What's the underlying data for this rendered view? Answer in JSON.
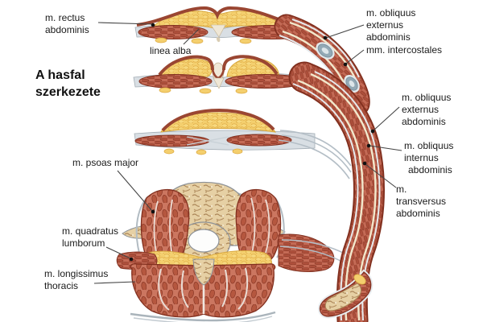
{
  "title": {
    "lines": [
      "A hasfal",
      "szerkezete"
    ]
  },
  "labels": {
    "rectus_abdominis": {
      "lines": [
        "m. rectus",
        "abdominis"
      ]
    },
    "linea_alba": {
      "lines": [
        "linea alba"
      ]
    },
    "obliquus_externus_top": {
      "lines": [
        "m. obliquus",
        "externus",
        "abdominis"
      ]
    },
    "intercostales": {
      "lines": [
        "mm. intercostales"
      ]
    },
    "obliquus_externus_mid": {
      "lines": [
        "m. obliquus",
        "externus",
        "abdominis"
      ]
    },
    "obliquus_internus": {
      "lines": [
        "m. obliquus",
        "internus",
        "abdominis"
      ]
    },
    "transversus_abdominis": {
      "lines": [
        "m.",
        "transversus",
        "abdominis"
      ]
    },
    "psoas_major": {
      "lines": [
        "m. psoas major"
      ]
    },
    "quadratus_lumborum": {
      "lines": [
        "m. quadratus",
        "lumborum"
      ]
    },
    "longissimus_thoracis": {
      "lines": [
        "m. longissimus",
        "thoracis"
      ]
    }
  },
  "colors": {
    "background": "#ffffff",
    "muscle": "#c46a55",
    "muscle_dark": "#8a3826",
    "muscle_outline": "#82301f",
    "fat": "#f4cf6e",
    "fat_outline": "#d8a83f",
    "skin": "#9a4632",
    "fascia": "#d9dfe4",
    "fascia_line": "#a3adb5",
    "bone": "#e6d0a4",
    "bone_speckle": "#ab8558",
    "rib": "#93a9b5",
    "label_text": "#1a1a1a"
  }
}
